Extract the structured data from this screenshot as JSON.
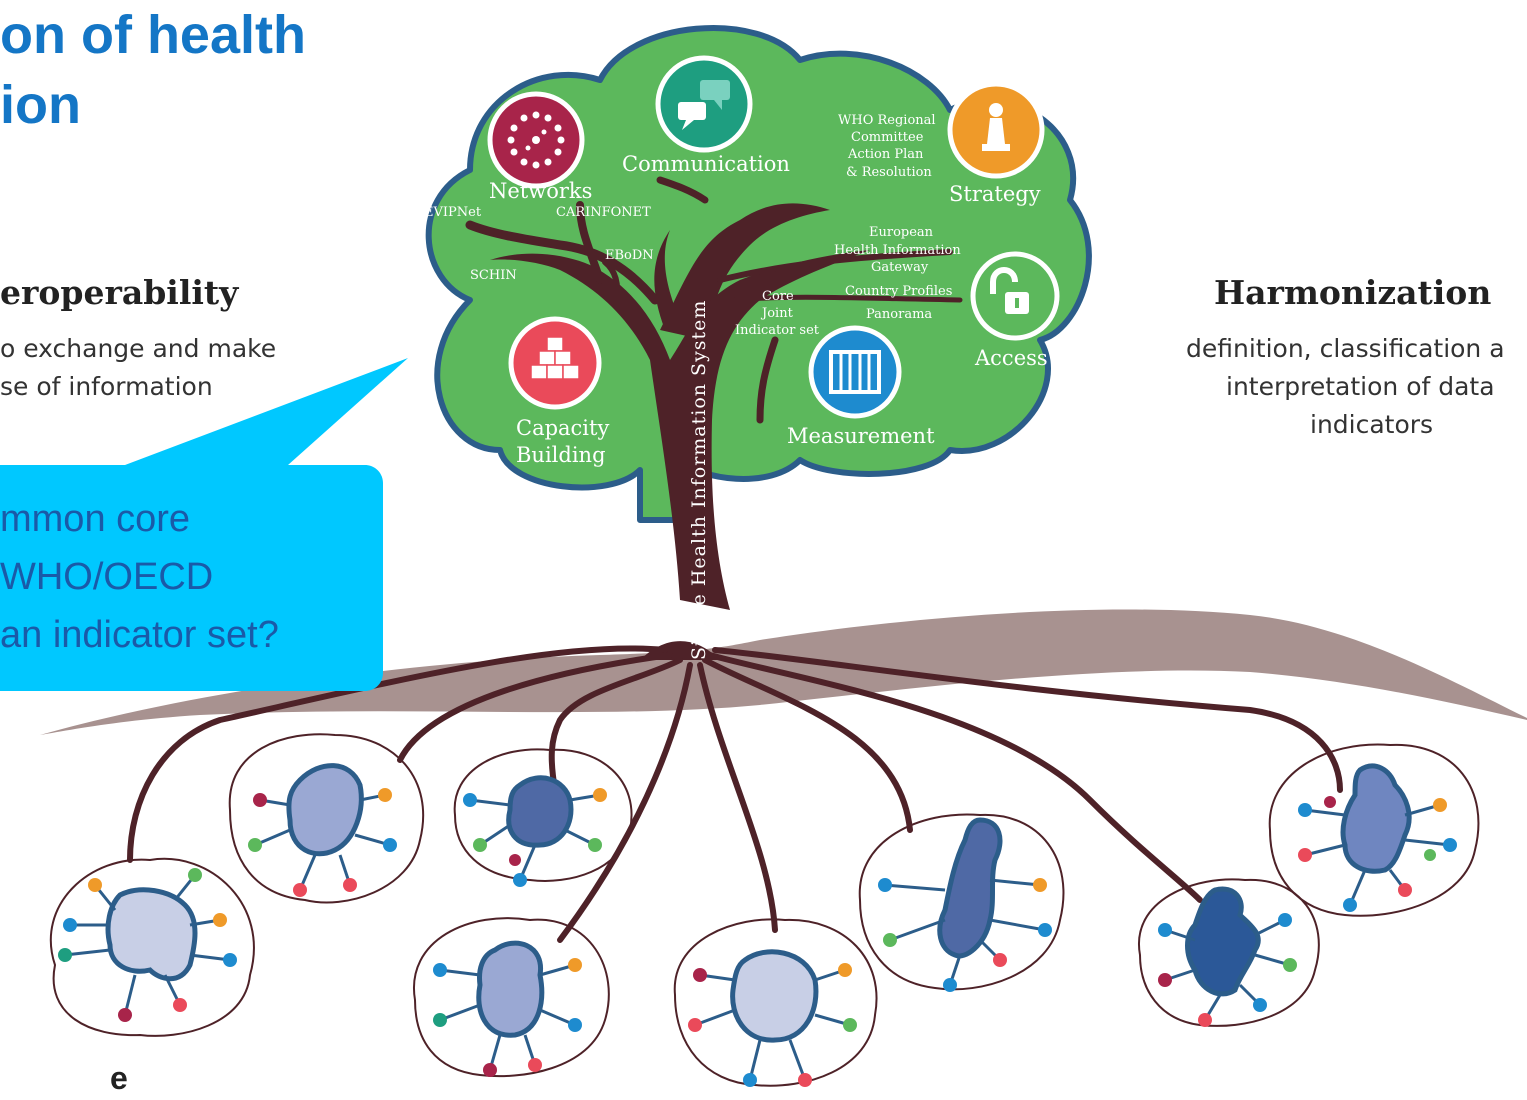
{
  "slide": {
    "title_lines": [
      "on of health",
      "ion"
    ],
    "left_heading": "eroperability",
    "left_desc_lines": [
      "o exchange and make",
      "se of information"
    ],
    "right_heading": "Harmonization",
    "right_desc_lines": [
      "definition, classification a",
      "interpretation of data",
      "indicators"
    ],
    "callout_lines": [
      "mmon core",
      "WHO/OECD",
      "an indicator set?"
    ],
    "footer_fragment": "e"
  },
  "tree": {
    "trunk_label": "Single Health Information System",
    "sections": {
      "networks": "Networks",
      "communication": "Communication",
      "strategy": "Strategy",
      "access": "Access",
      "measurement": "Measurement",
      "capacity_line1": "Capacity",
      "capacity_line2": "Building"
    },
    "branch_labels": {
      "evipnet": "EVIPNet",
      "carinfonet": "CARINFONET",
      "ebodn": "EBoDN",
      "schin": "SCHIN",
      "who_rc": [
        "WHO Regional",
        "Committee",
        "Action Plan",
        "& Resolution"
      ],
      "ehig": [
        "European",
        "Health Information",
        "Gateway"
      ],
      "country_profiles": "Country Profiles",
      "panorama": "Panorama",
      "core_joint": [
        "Core",
        "Joint",
        "Indicator set"
      ]
    },
    "colors": {
      "canopy": "#5cb85c",
      "canopy_border": "#2c5d8a",
      "trunk": "#4e2228",
      "ground": "#a89290",
      "networks_icon": "#a8244a",
      "communication_icon": "#1e9e80",
      "strategy_icon": "#ef9a29",
      "access_icon": "#5cb85c",
      "measurement_icon": "#1e8bcf",
      "capacity_icon": "#ea4a5a",
      "callout": "#00c8ff"
    }
  }
}
